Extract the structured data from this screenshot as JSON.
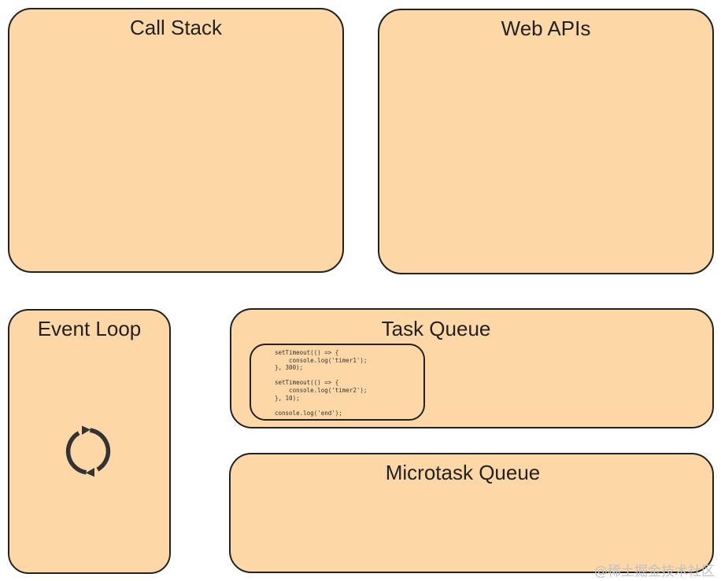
{
  "panels": {
    "call_stack": {
      "title": "Call Stack"
    },
    "web_apis": {
      "title": "Web APIs"
    },
    "event_loop": {
      "title": "Event Loop"
    },
    "task_queue": {
      "title": "Task Queue"
    },
    "microtask_queue": {
      "title": "Microtask Queue"
    }
  },
  "code_card": {
    "code": "setTimeout(() => {\n    console.log('timer1');\n}, 300);\n\nsetTimeout(() => {\n    console.log('timer2');\n}, 10);\n\nconsole.log('end');"
  },
  "icons": {
    "event_loop": "refresh-cycle-icon"
  },
  "watermark": {
    "text": "@稀土掘金技术社区"
  },
  "colors": {
    "panel_fill": "#fdd7a6",
    "panel_border": "#222222",
    "icon": "#333333",
    "watermark": "#c2c2c2"
  }
}
